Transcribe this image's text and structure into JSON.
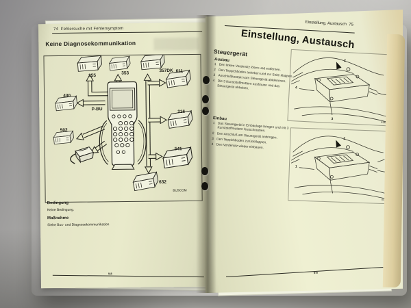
{
  "left_page": {
    "header": {
      "page_num": "74",
      "text": "Fehlersuche mit Fehlersymptom"
    },
    "section_title": "Keine Diagnosekommunikation",
    "diagram": {
      "tool_label": "P-BU",
      "caption": "BUSCOM",
      "modules": [
        {
          "label": "355"
        },
        {
          "label": "353"
        },
        {
          "label": "357DK"
        },
        {
          "label": "611"
        },
        {
          "label": "430"
        },
        {
          "label": "216"
        },
        {
          "label": "502"
        },
        {
          "label": "541"
        },
        {
          "label": "632"
        }
      ]
    },
    "condition_heading": "Bedingung",
    "condition_text": "Keine Bedingung.",
    "measure_heading": "Maßnahme",
    "measure_text": "Siehe Bus- und Diagnosekommunikation",
    "footer_code": "9-8"
  },
  "right_page": {
    "header": {
      "text": "Einstellung, Austausch",
      "page_num": "75"
    },
    "title": "Einstellung, Austausch",
    "section_title": "Steuergerät",
    "removal": {
      "heading": "Ausbau",
      "steps": [
        "Den linken Vordersitz lösen und entfernen.",
        "Den Teppichboden anheben und zur Seite klappen.",
        "Anschlußkontakt vom Steuergerät abklemmen.",
        "Die 3 Kunststoffmuttern ausbauen und das Steuergerät abheben."
      ]
    },
    "installation": {
      "heading": "Einbau",
      "steps": [
        "Das Steuergerät in Einbaulage bringen und mit 3 Kunststoffmuttern festschrauben.",
        "Den Anschluß am Steuergerät anbringen.",
        "Den Teppichboden zurückklappen.",
        "Den Vordersitz wieder einbauen."
      ]
    },
    "figures": [
      {
        "caption": "EOM0561",
        "callouts": [
          "2",
          "4",
          "3"
        ]
      },
      {
        "caption": "EOM0560",
        "callouts": [
          "2",
          "1",
          "3"
        ]
      }
    ],
    "footer_code": "9-9"
  }
}
